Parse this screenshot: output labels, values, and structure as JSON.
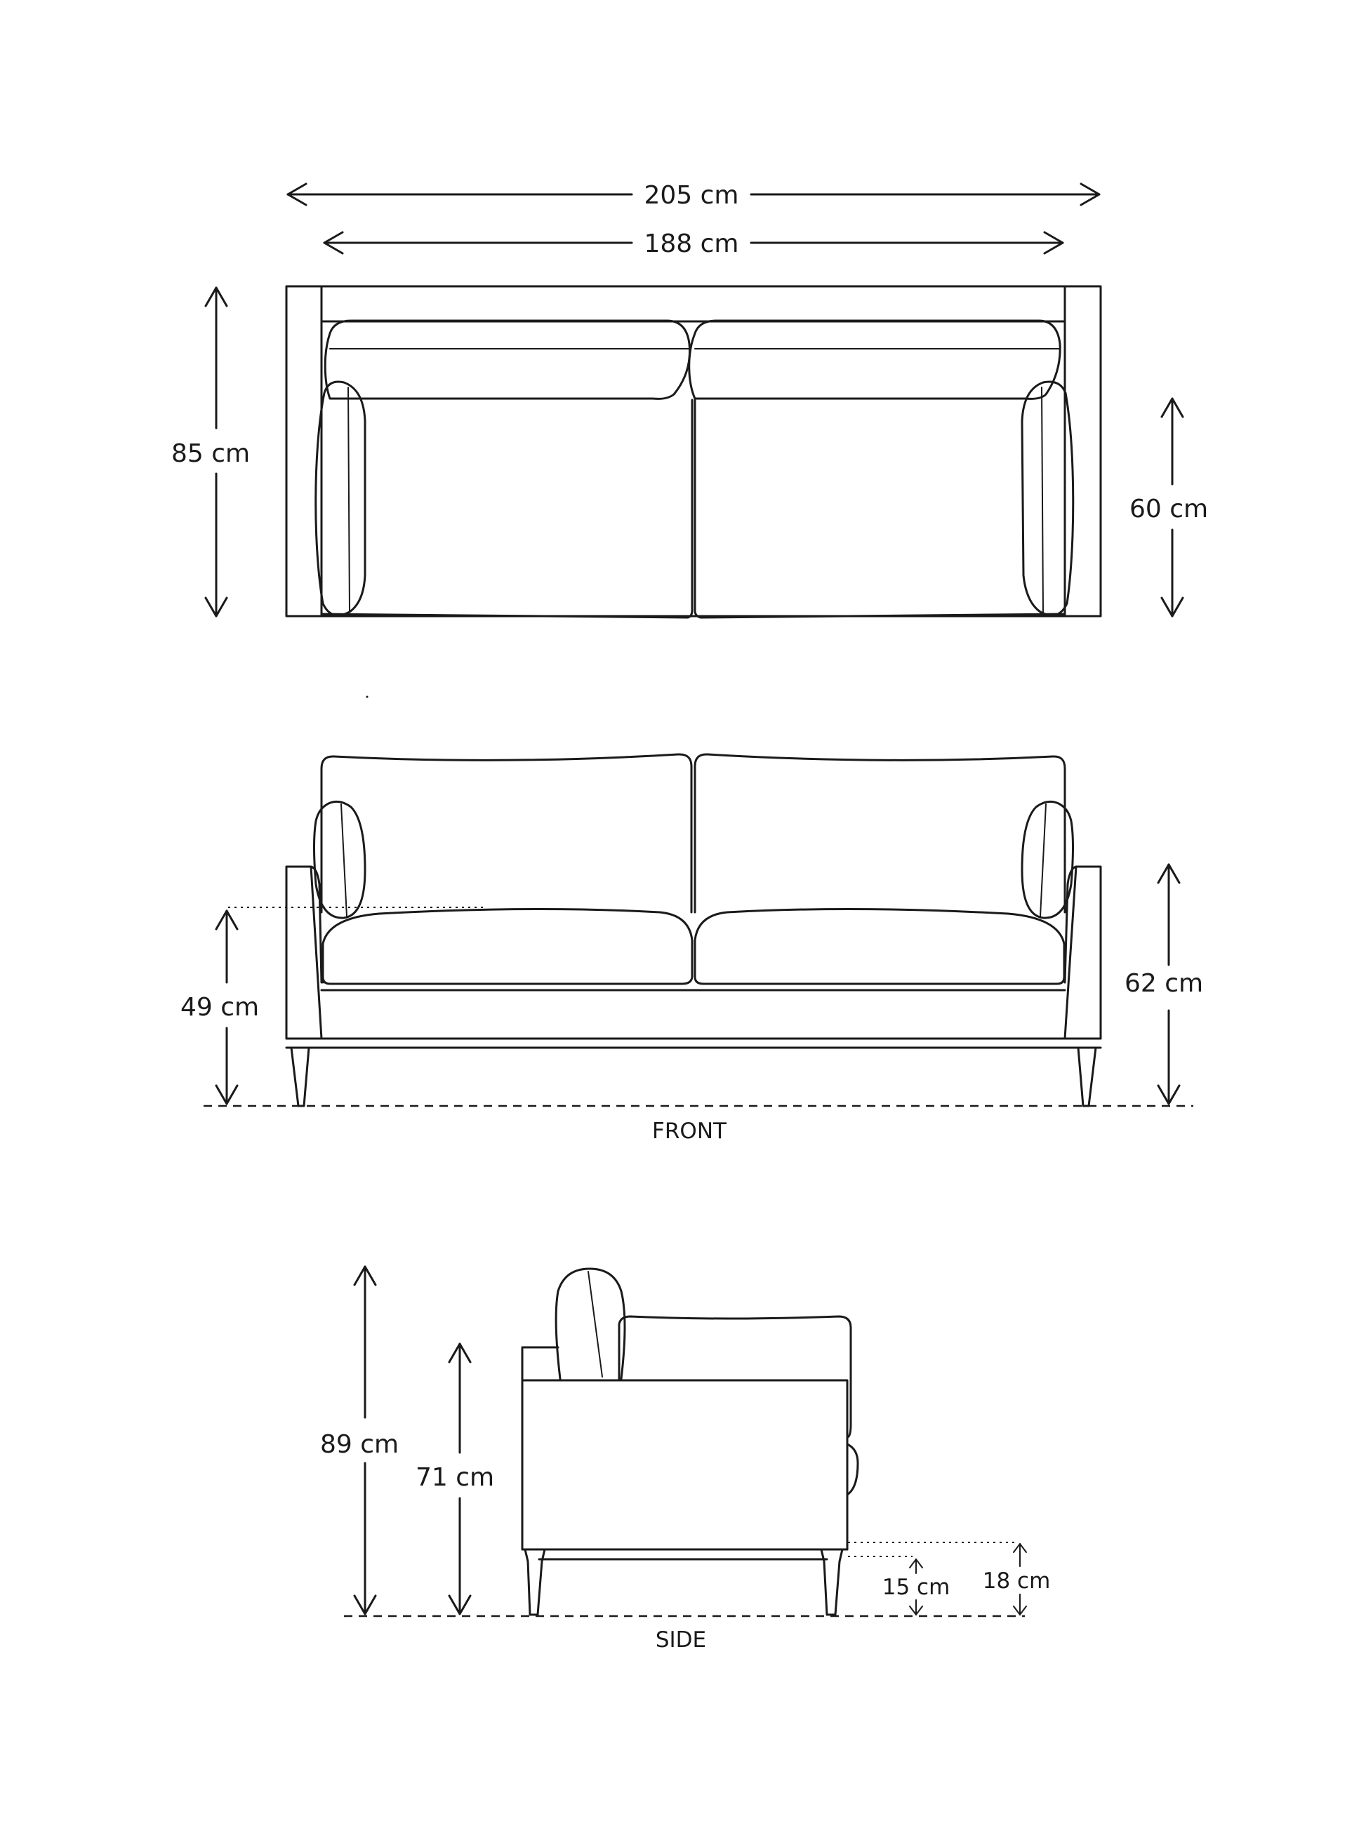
{
  "top_view": {
    "overall_width": "205 cm",
    "inner_width": "188 cm",
    "depth": "85 cm",
    "seat_depth": "60 cm"
  },
  "front_view": {
    "caption": "FRONT",
    "seat_height": "49 cm",
    "arm_height": "62 cm"
  },
  "side_view": {
    "caption": "SIDE",
    "total_height": "89 cm",
    "back_height": "71 cm",
    "leg_height": "15 cm",
    "clearance": "18 cm"
  }
}
